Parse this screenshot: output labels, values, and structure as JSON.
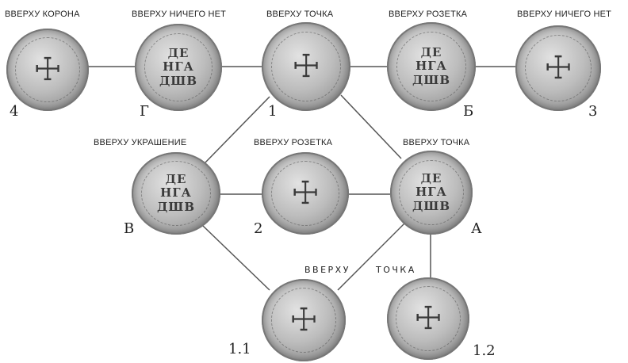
{
  "captions": {
    "c4": "ВВЕРХУ КОРОНА",
    "cG": "ВВЕРХУ НИЧЕГО НЕТ",
    "c1": "ВВЕРХУ ТОЧКА",
    "cB": "ВВЕРХУ РОЗЕТКА",
    "c3": "ВВЕРХУ НИЧЕГО НЕТ",
    "cV": "ВВЕРХУ УКРАШЕНИЕ",
    "c2": "ВВЕРХУ РОЗЕТКА",
    "cA": "ВВЕРХУ ТОЧКА",
    "c11a": "ВВЕРХУ",
    "c11b": "ТОЧКА"
  },
  "labels": {
    "l4": "4",
    "lG": "Г",
    "l1": "1",
    "lB": "Б",
    "l3": "3",
    "lV": "В",
    "l2": "2",
    "lA": "А",
    "l11": "1.1",
    "l12": "1.2"
  },
  "coins": {
    "text_side_lines": [
      "ДЕ",
      "НГА",
      "ДШВ"
    ],
    "eagle_glyph": "☩"
  },
  "colors": {
    "line": "#555555",
    "text": "#222222"
  }
}
